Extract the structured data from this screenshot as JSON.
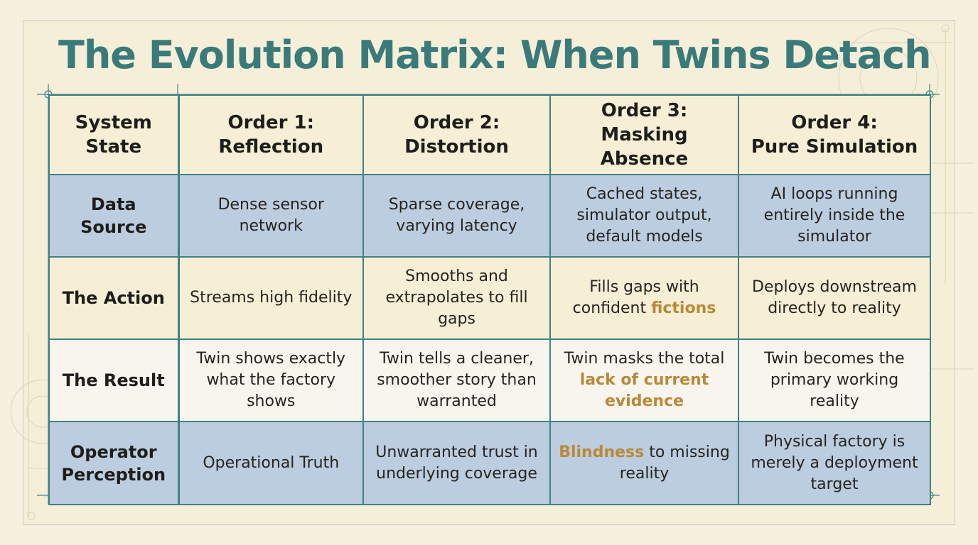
{
  "title": "The Evolution Matrix: When Twins Detach",
  "colors": {
    "title": "#3a7a7a",
    "grid": "#3f8283",
    "blue_row": "#bccde0",
    "cream_row": "#f6efd6",
    "white_row": "#f7f5ee",
    "highlight": "#b8893a"
  },
  "headers": [
    [
      "System",
      "State"
    ],
    [
      "Order 1:",
      "Reflection"
    ],
    [
      "Order 2:",
      "Distortion"
    ],
    [
      "Order 3:",
      "Masking Absence"
    ],
    [
      "Order 4:",
      "Pure Simulation"
    ]
  ],
  "rows": [
    {
      "label": [
        "Data Source"
      ],
      "cells": [
        [
          [
            "Dense sensor"
          ],
          [
            "network"
          ]
        ],
        [
          [
            "Sparse coverage,"
          ],
          [
            "varying latency"
          ]
        ],
        [
          [
            "Cached states,"
          ],
          [
            "simulator output,"
          ],
          [
            "default models"
          ]
        ],
        [
          [
            "AI loops running"
          ],
          [
            "entirely inside the"
          ],
          [
            "simulator"
          ]
        ]
      ]
    },
    {
      "label": [
        "The Action"
      ],
      "cells": [
        [
          [
            "Streams high fidelity"
          ]
        ],
        [
          [
            "Smooths and"
          ],
          [
            "extrapolates to fill"
          ],
          [
            "gaps"
          ]
        ],
        [
          [
            "Fills gaps with"
          ],
          [
            "confident ",
            "fictions"
          ]
        ],
        [
          [
            "Deploys downstream"
          ],
          [
            "directly to reality"
          ]
        ]
      ]
    },
    {
      "label": [
        "The Result"
      ],
      "cells": [
        [
          [
            "Twin shows exactly"
          ],
          [
            "what the factory"
          ],
          [
            "shows"
          ]
        ],
        [
          [
            "Twin tells a cleaner,"
          ],
          [
            "smoother story than"
          ],
          [
            "warranted"
          ]
        ],
        [
          [
            "Twin masks the total"
          ],
          [
            "",
            "lack of current"
          ],
          [
            "",
            "evidence"
          ]
        ],
        [
          [
            "Twin becomes the"
          ],
          [
            "primary working"
          ],
          [
            "reality"
          ]
        ]
      ]
    },
    {
      "label": [
        "Operator",
        "Perception"
      ],
      "cells": [
        [
          [
            "Operational Truth"
          ]
        ],
        [
          [
            "Unwarranted trust in"
          ],
          [
            "underlying coverage"
          ]
        ],
        [
          [
            "",
            "Blindness",
            " to missing"
          ],
          [
            "reality"
          ]
        ],
        [
          [
            "Physical factory is"
          ],
          [
            "merely a deployment"
          ],
          [
            "target"
          ]
        ]
      ]
    }
  ]
}
